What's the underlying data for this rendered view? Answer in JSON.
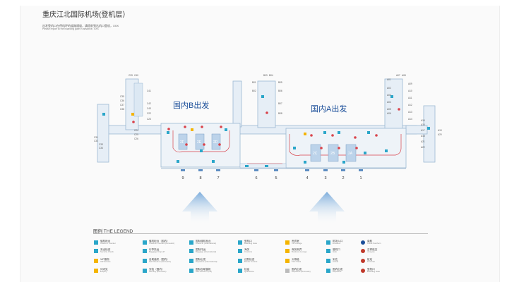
{
  "header": {
    "title": "重庆江北国际机场(登机层）",
    "notice_cn": "出发登机口在停机坪的道路通道，请提前到达机口登机，XXX",
    "notice_en": "Please report to the boarding gate in advance, XXX"
  },
  "zones": {
    "b_label": "国内B出发",
    "a_label": "国内A出发"
  },
  "counters": [
    "2F",
    "2E",
    "2D",
    "2C",
    "2B",
    "2A"
  ],
  "entrances_bottom": [
    "9",
    "8",
    "7",
    "6",
    "5",
    "4",
    "3",
    "2",
    "1"
  ],
  "gates_left": [
    "C31",
    "C32",
    "C33",
    "C34",
    "C35",
    "C36",
    "C37",
    "C38",
    "C39",
    "C40",
    "C41",
    "C42",
    "C43",
    "C22",
    "C23",
    "C24",
    "C25",
    "C26"
  ],
  "gates_b_mid": [
    "B01",
    "B02",
    "B03",
    "B04",
    "B05",
    "B06",
    "B07",
    "B08"
  ],
  "gates_a_right": [
    "A01",
    "A02",
    "A03",
    "A04",
    "A05",
    "A06",
    "A07",
    "A08",
    "A09",
    "A10",
    "A11",
    "A12",
    "A13",
    "A14",
    "A15",
    "A16",
    "A17",
    "A18",
    "A19",
    "A20",
    "A21",
    "A22"
  ],
  "legend": {
    "title": "图例  THE LEGEND",
    "items": [
      {
        "cn": "值机柜台",
        "en": "Check-in Counter",
        "color": "#2aa6c9",
        "round": false
      },
      {
        "cn": "安全检查",
        "en": "Security Check",
        "color": "#2aa6c9",
        "round": false
      },
      {
        "cn": "VIP服务",
        "en": "VIP Service",
        "color": "#f4b400",
        "round": false
      },
      {
        "cn": "问讯处",
        "en": "Enquiry",
        "color": "#f4b400",
        "round": false
      },
      {
        "cn": "值机柜台（国内）",
        "en": "Check-in Counter (Domestic)",
        "color": "#2aa6c9",
        "round": false
      },
      {
        "cn": "行李托运",
        "en": "Baggage Drop-off",
        "color": "#2aa6c9",
        "round": false
      },
      {
        "cn": "自助值机（国内）",
        "en": "Self Check-in (Domestic)",
        "color": "#2aa6c9",
        "round": false
      },
      {
        "cn": "安检（国内）",
        "en": "Security (Domestic)",
        "color": "#2aa6c9",
        "round": false
      },
      {
        "cn": "国际值机柜台",
        "en": "Check-in (International)",
        "color": "#2aa6c9",
        "round": false
      },
      {
        "cn": "国际托运",
        "en": "Baggage (International)",
        "color": "#2aa6c9",
        "round": false
      },
      {
        "cn": "国际出发",
        "en": "Departure (International)",
        "color": "#2aa6c9",
        "round": false
      },
      {
        "cn": "国际自助值机",
        "en": "Self Check-in (Intl)",
        "color": "#2aa6c9",
        "round": false
      },
      {
        "cn": "登机口",
        "en": "Boarding Gate",
        "color": "#2aa6c9",
        "round": false
      },
      {
        "cn": "海关",
        "en": "Customs",
        "color": "#2aa6c9",
        "round": false
      },
      {
        "cn": "边防检查",
        "en": "Border Control",
        "color": "#2aa6c9",
        "round": false
      },
      {
        "cn": "检疫",
        "en": "Quarantine",
        "color": "#2aa6c9",
        "round": false
      },
      {
        "cn": "贵宾室",
        "en": "VIP Lounge",
        "color": "#f4b400",
        "round": false
      },
      {
        "cn": "商务贵宾",
        "en": "Business Lounge",
        "color": "#f4b400",
        "round": false
      },
      {
        "cn": "头等舱",
        "en": "First Class",
        "color": "#f4b400",
        "round": false
      },
      {
        "cn": "国内出发",
        "en": "Departure (Domestic)",
        "color": "#bbbbbb",
        "round": false
      },
      {
        "cn": "机场入口",
        "en": "Entrance",
        "color": "#2aa6c9",
        "round": false
      },
      {
        "cn": "登机口",
        "en": "Gate",
        "color": "#2aa6c9",
        "round": false
      },
      {
        "cn": "到达",
        "en": "Arrival",
        "color": "#2aa6c9",
        "round": false
      },
      {
        "cn": "国内出发",
        "en": "Departure",
        "color": "#2aa6c9",
        "round": false
      },
      {
        "cn": "南航",
        "en": "China Southern",
        "color": "#1a4e99",
        "round": true
      },
      {
        "cn": "吉祥航空",
        "en": "Juneyao",
        "color": "#c0392b",
        "round": true
      },
      {
        "cn": "航站",
        "en": "Terminal",
        "color": "#c0392b",
        "round": true
      },
      {
        "cn": "登机口",
        "en": "Boarding Gate",
        "color": "#c0392b",
        "round": true
      }
    ]
  }
}
